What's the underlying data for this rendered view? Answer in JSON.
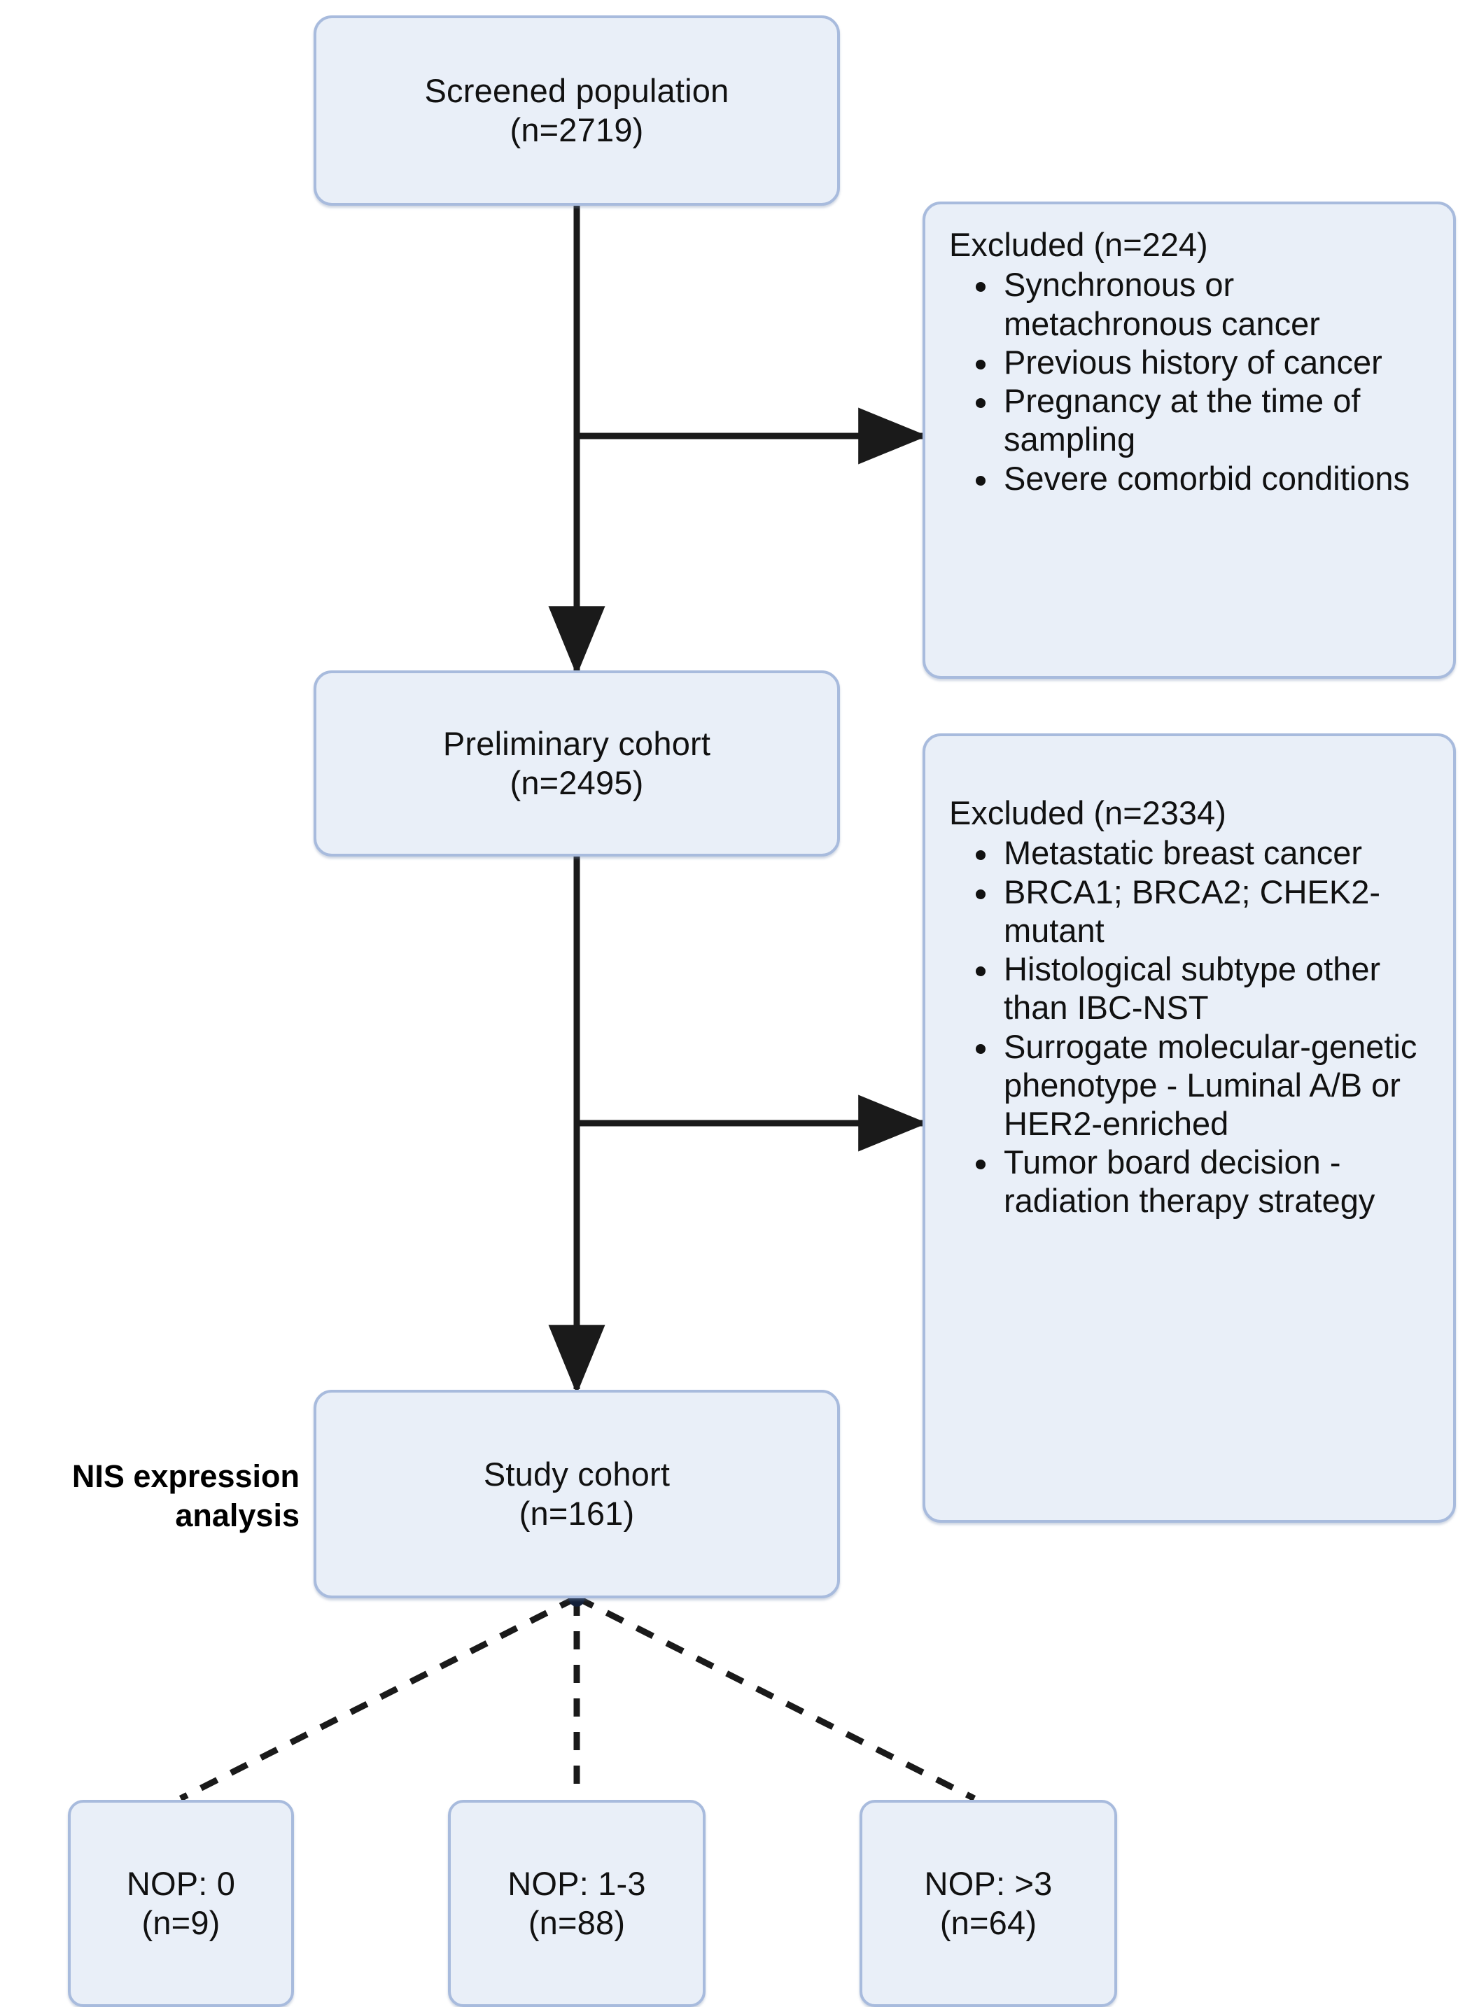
{
  "diagram": {
    "title_label": "NIS expression analysis",
    "side_label_line1": "NIS expression",
    "side_label_line2": "analysis",
    "colors": {
      "node_fill": "#e9eff8",
      "node_border": "#a8bbdd",
      "connector": "#1a1a1a",
      "text": "#111111"
    }
  },
  "nodes": {
    "screened": {
      "line1": "Screened population",
      "line2": "(n=2719)"
    },
    "preliminary": {
      "line1": "Preliminary cohort",
      "line2": "(n=2495)"
    },
    "study": {
      "line1": "Study cohort",
      "line2": "(n=161)"
    }
  },
  "excluded": [
    {
      "title": "Excluded (n=224)",
      "items": [
        "Synchronous or metachronous cancer",
        "Previous history of cancer",
        "Pregnancy at the time of sampling",
        "Severe comorbid conditions"
      ]
    },
    {
      "title": "Excluded (n=2334)",
      "items": [
        "Metastatic breast cancer",
        "BRCA1; BRCA2; CHEK2-mutant",
        "Histological subtype other than IBC-NST",
        "Surrogate molecular-genetic phenotype - Luminal A/B or HER2-enriched",
        "Tumor board decision - radiation therapy strategy"
      ]
    }
  ],
  "outcomes": [
    {
      "line1": "NOP: 0",
      "line2": "(n=9)"
    },
    {
      "line1": "NOP: 1-3",
      "line2": "(n=88)"
    },
    {
      "line1": "NOP: >3",
      "line2": "(n=64)"
    }
  ]
}
